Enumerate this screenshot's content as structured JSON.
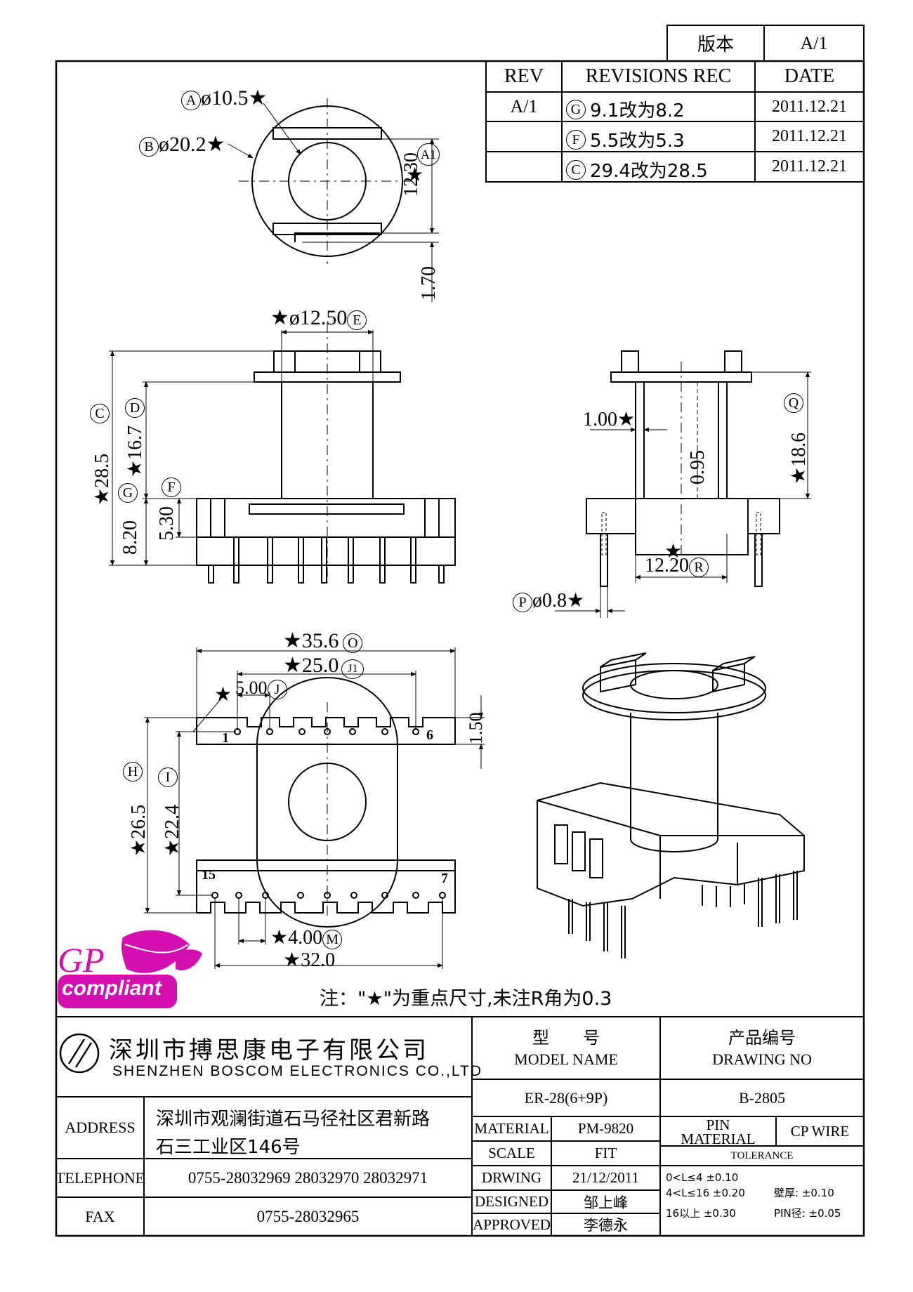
{
  "version_box": {
    "label": "版本",
    "value": "A/1"
  },
  "revisions": {
    "headers": {
      "rev": "REV",
      "rec": "REVISIONS REC",
      "date": "DATE"
    },
    "rev": "A/1",
    "rows": [
      {
        "mark": "G",
        "text": "9.1改为8.2",
        "date": "2011.12.21"
      },
      {
        "mark": "F",
        "text": "5.5改为5.3",
        "date": "2011.12.21"
      },
      {
        "mark": "C",
        "text": "29.4改为28.5",
        "date": "2011.12.21"
      }
    ]
  },
  "dims": {
    "a": "ø10.5",
    "b": "ø20.2",
    "a1_mark": "A1",
    "a1": "12.30",
    "v170": "1.70",
    "e": "ø12.50",
    "c": "28.5",
    "d": "16.7",
    "g": "8.20",
    "f": "5.30",
    "q": "18.6",
    "v100": "1.00",
    "v095": "0.95",
    "r": "12.20",
    "p": "ø0.8",
    "o": "35.6",
    "j1": "25.0",
    "j": "5.00",
    "v150": "1.50",
    "h": "26.5",
    "i": "22.4",
    "m": "4.00",
    "w": "32.0",
    "pin1": "1",
    "pin6": "6",
    "pin15": "15",
    "pin7": "7"
  },
  "marks": {
    "a": "A",
    "b": "B",
    "e": "E",
    "c": "C",
    "d": "D",
    "g": "G",
    "f": "F",
    "q": "Q",
    "r": "R",
    "p": "P",
    "o": "O",
    "j1": "J1",
    "j": "J",
    "h": "H",
    "i": "I",
    "m": "M"
  },
  "star": "★",
  "logo": {
    "gp": "GP",
    "compliant": "compliant"
  },
  "note": "注：\"★\"为重点尺寸,未注R角为0.3",
  "company": {
    "cn": "深圳市搏思康电子有限公司",
    "en": "SHENZHEN BOSCOM ELECTRONICS CO.,LTD"
  },
  "title_block": {
    "model_cn": "型　　号",
    "model_en": "MODEL NAME",
    "model": "ER-28(6+9P)",
    "drawing_cn": "产品编号",
    "drawing_en": "DRAWING NO",
    "drawing": "B-2805",
    "address_label": "ADDRESS",
    "address_1": "深圳市观澜街道石马径社区君新路",
    "address_2": "石三工业区146号",
    "tel_label": "TELEPHONE",
    "tel": "0755-28032969 28032970 28032971",
    "fax_label": "FAX",
    "fax": "0755-28032965",
    "material_label": "MATERIAL",
    "material": "PM-9820",
    "scale_label": "SCALE",
    "scale": "FIT",
    "drwing_label": "DRWING",
    "drwing": "21/12/2011",
    "designed_label": "DESIGNED",
    "designed": "邹上峰",
    "approved_label": "APPROVED",
    "approved": "李德永",
    "pin_material_1": "PIN",
    "pin_material_2": "MATERIAL",
    "pin_material": "CP WIRE",
    "tolerance_label": "TOLERANCE",
    "tol_1": "0<L≤4  ±0.10",
    "tol_2": "4<L≤16  ±0.20",
    "tol_3": "16以上     ±0.30",
    "wall": "壁厚:   ±0.10",
    "pin_dia": "PIN径: ±0.05"
  },
  "colors": {
    "line": "#000000",
    "logo_magenta": "#d40fb0"
  }
}
